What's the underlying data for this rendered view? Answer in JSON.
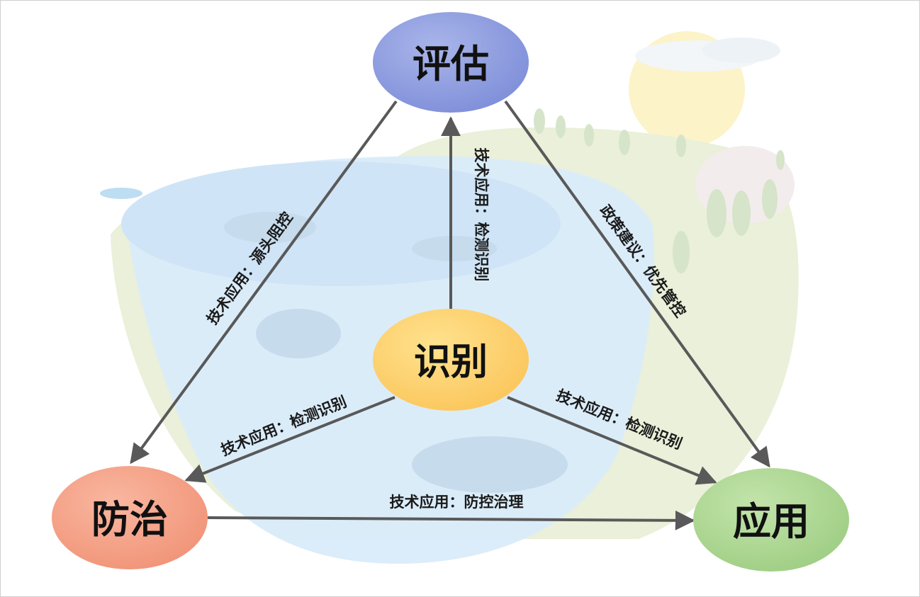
{
  "nodes": {
    "top": {
      "label": "评估",
      "color_light": "#a9b5ea",
      "color_dark": "#7f8fd9"
    },
    "center": {
      "label": "识别",
      "color_light": "#ffe28e",
      "color_dark": "#fbc65c"
    },
    "left": {
      "label": "防治",
      "color_light": "#f9b7a0",
      "color_dark": "#f19478"
    },
    "right": {
      "label": "应用",
      "color_light": "#c3e4ab",
      "color_dark": "#9fce84"
    }
  },
  "edges": {
    "top_to_left": {
      "label": "技术应用：源头阻控"
    },
    "center_to_top": {
      "label": "技术应用：检测识别"
    },
    "top_to_right": {
      "label": "政策建议：优先管控"
    },
    "center_to_left": {
      "label": "技术应用：检测识别"
    },
    "center_to_right": {
      "label": "技术应用：检测识别"
    },
    "left_to_right": {
      "label": "技术应用：防控治理"
    }
  },
  "colors": {
    "arrow": "#595959",
    "water": "#cfe6f8",
    "land": "#e3ebcd",
    "sun": "#fcefb8"
  }
}
